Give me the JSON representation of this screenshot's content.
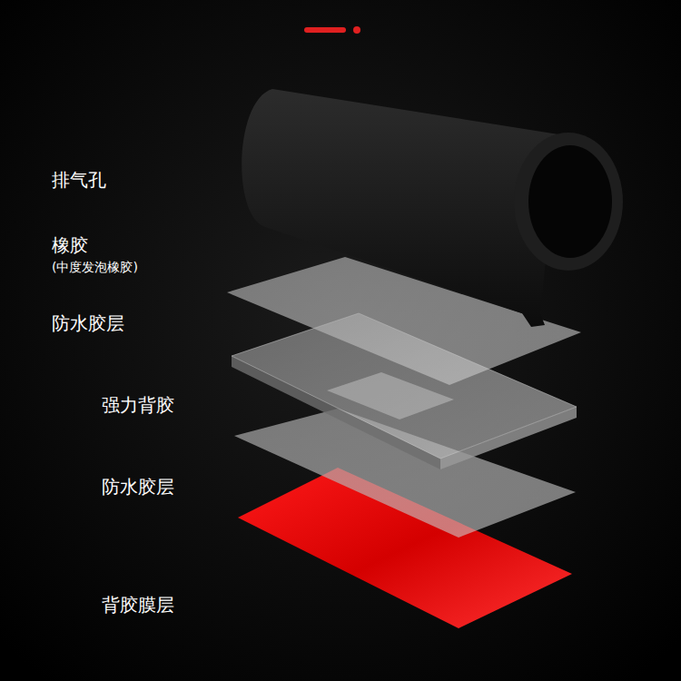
{
  "diagram": {
    "labels": [
      "排气孔",
      "橡胶",
      "(中度发泡橡胶)",
      "防水胶层",
      "强力背胶",
      "防水胶层",
      "背胶膜层"
    ]
  }
}
